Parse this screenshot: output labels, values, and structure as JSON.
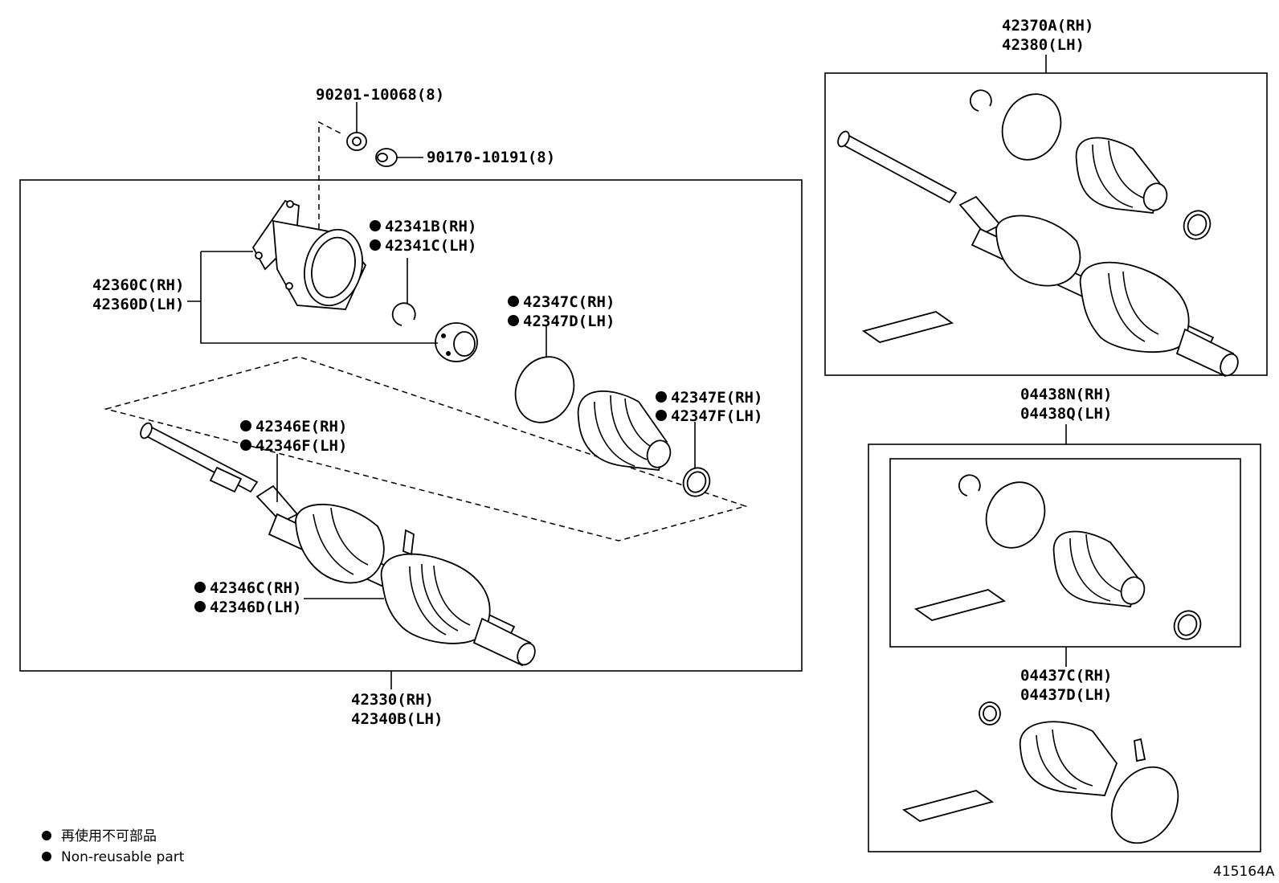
{
  "labels": {
    "p1": "90201-10068(8)",
    "p2": "90170-10191(8)",
    "p3a": "42341B(RH)",
    "p3b": "42341C(LH)",
    "p4a": "42360C(RH)",
    "p4b": "42360D(LH)",
    "p5a": "42347C(RH)",
    "p5b": "42347D(LH)",
    "p6a": "42347E(RH)",
    "p6b": "42347F(LH)",
    "p7a": "42346E(RH)",
    "p7b": "42346F(LH)",
    "p8a": "42346C(RH)",
    "p8b": "42346D(LH)",
    "p9a": "42330(RH)",
    "p9b": "42340B(LH)",
    "p10a": "42370A(RH)",
    "p10b": "42380(LH)",
    "p11a": "04438N(RH)",
    "p11b": "04438Q(LH)",
    "p12a": "04437C(RH)",
    "p12b": "04437D(LH)"
  },
  "legend": {
    "jp": "再使用不可部品",
    "en": "Non-reusable part"
  },
  "figure_id": "415164A"
}
